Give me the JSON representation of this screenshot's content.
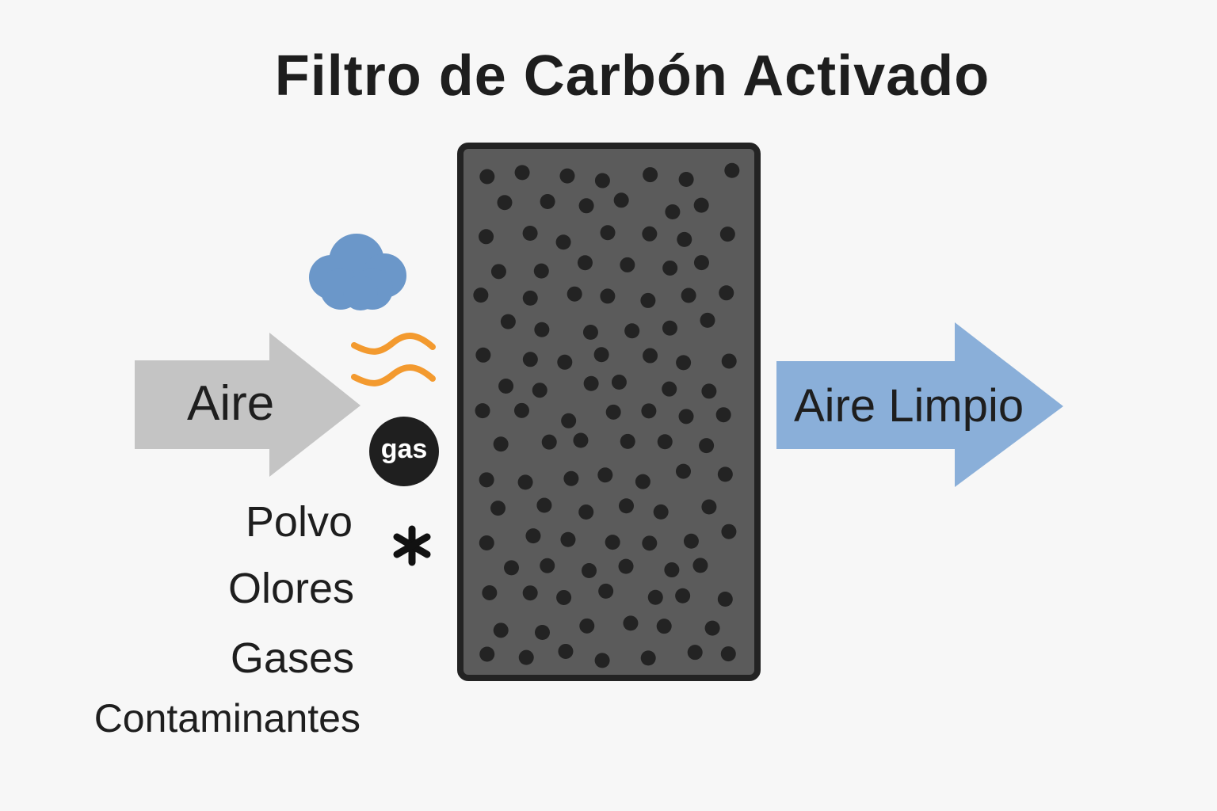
{
  "title": "Filtro de Carbón Activado",
  "input_arrow": {
    "label": "Aire",
    "color": "#c4c4c4"
  },
  "output_arrow": {
    "label": "Aire Limpio",
    "color": "#8aafd9"
  },
  "gas_badge": "gas",
  "contaminants": [
    "Polvo",
    "Olores",
    "Gases",
    "Contaminantes"
  ],
  "colors": {
    "cloud": "#6b97c9",
    "waves": "#f39a2f",
    "filter_fill": "#5b5b5b",
    "filter_border": "#232323",
    "dots": "#232323"
  },
  "icons": [
    "cloud-icon",
    "odor-waves-icon",
    "gas-icon",
    "dust-asterisk-icon"
  ]
}
